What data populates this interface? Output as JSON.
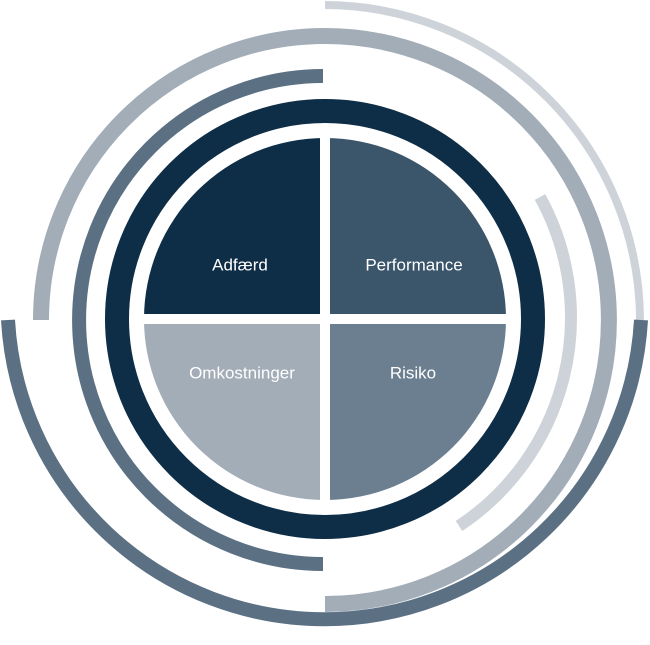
{
  "colors": {
    "navy": "#0e2d46",
    "slate": "#3b556b",
    "steel": "#5b7083",
    "gray_blue": "#6c7f90",
    "light_gray": "#a2adb8",
    "pale_gray": "#cdd3d9",
    "white": "#ffffff"
  },
  "quadrants": [
    {
      "key": "adfaerd",
      "label": "Adfærd",
      "color": "#0e2d46"
    },
    {
      "key": "performance",
      "label": "Performance",
      "color": "#3b556b"
    },
    {
      "key": "omkostninger",
      "label": "Omkostninger",
      "color": "#a2adb8"
    },
    {
      "key": "risiko",
      "label": "Risiko",
      "color": "#6c7f90"
    }
  ]
}
